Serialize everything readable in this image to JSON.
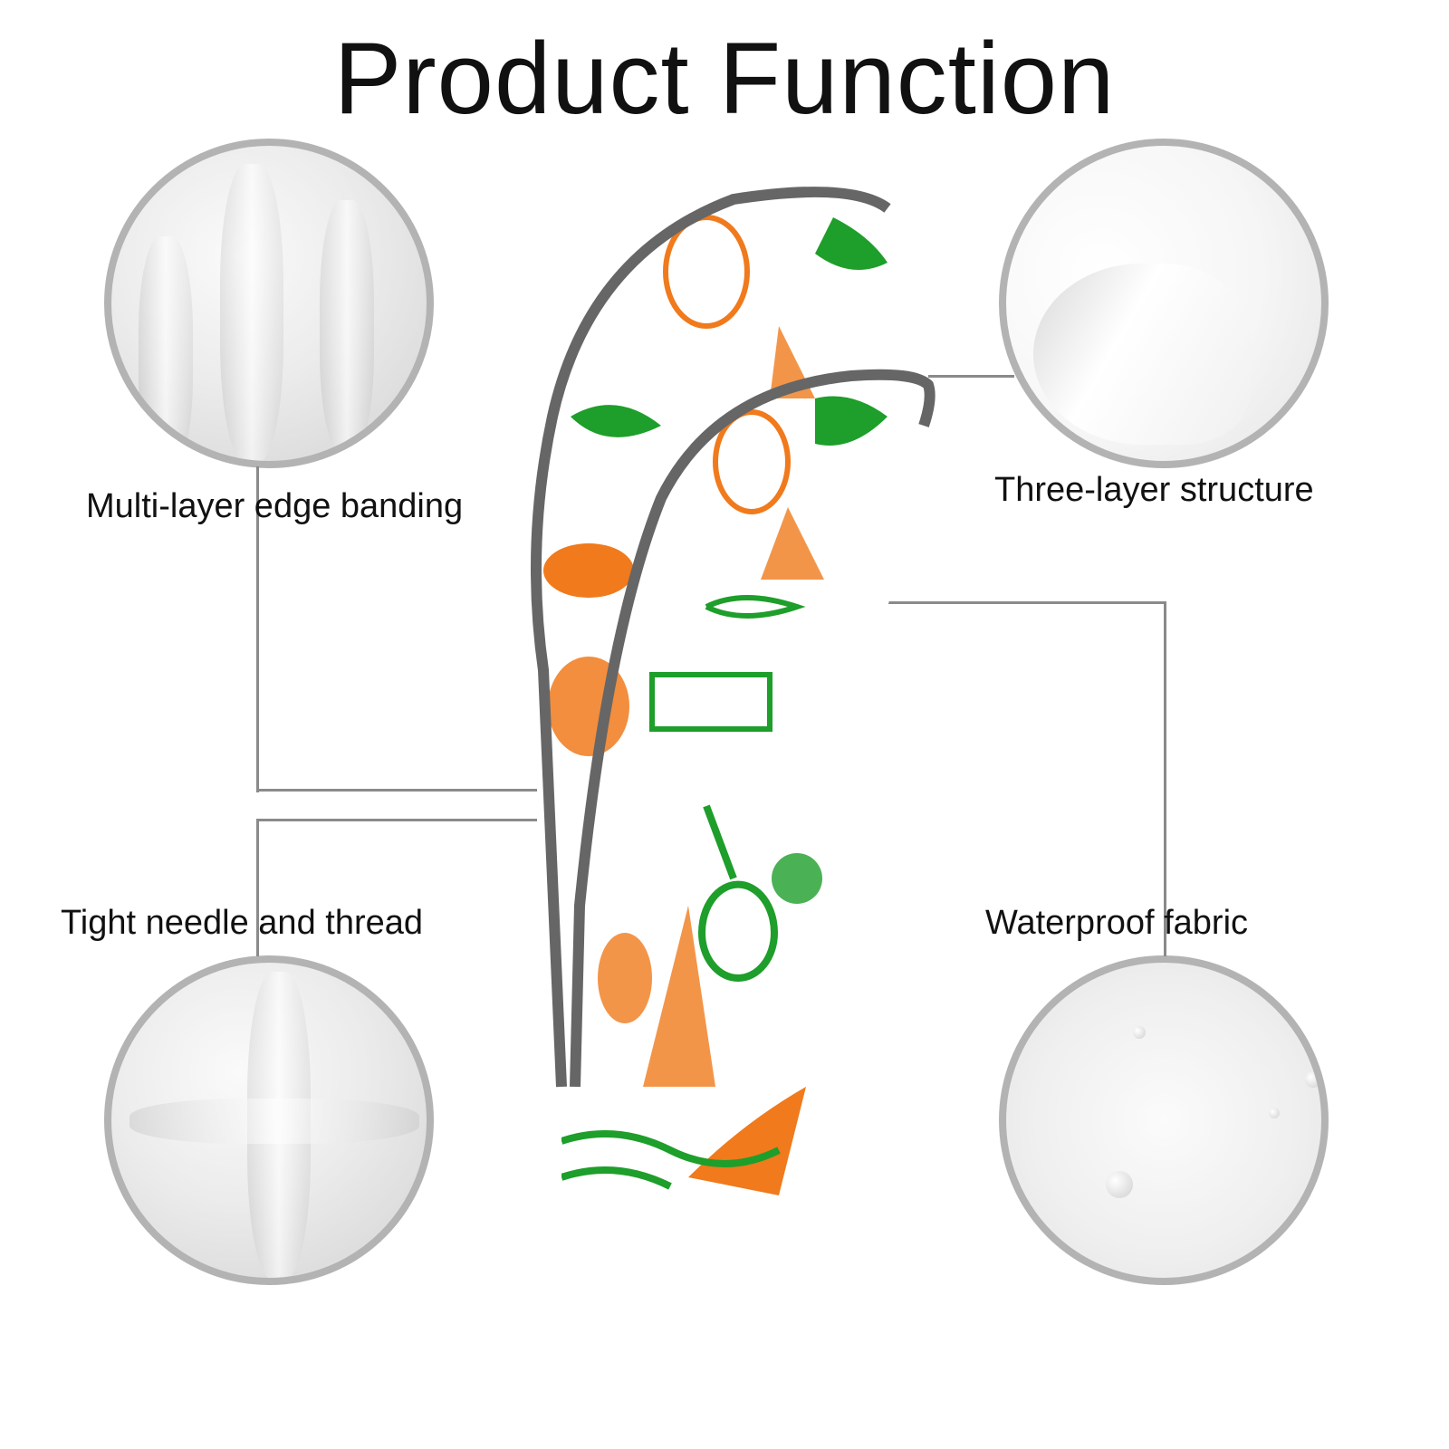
{
  "title": "Product Function",
  "features": [
    {
      "label": "Multi-layer edge banding"
    },
    {
      "label": "Three-layer structure"
    },
    {
      "label": "Tight needle and thread"
    },
    {
      "label": "Waterproof fabric"
    }
  ],
  "colors": {
    "orange": "#f07a1c",
    "green": "#1e9e2a",
    "trim": "#666666",
    "circle_border": "#b3b3b3"
  }
}
